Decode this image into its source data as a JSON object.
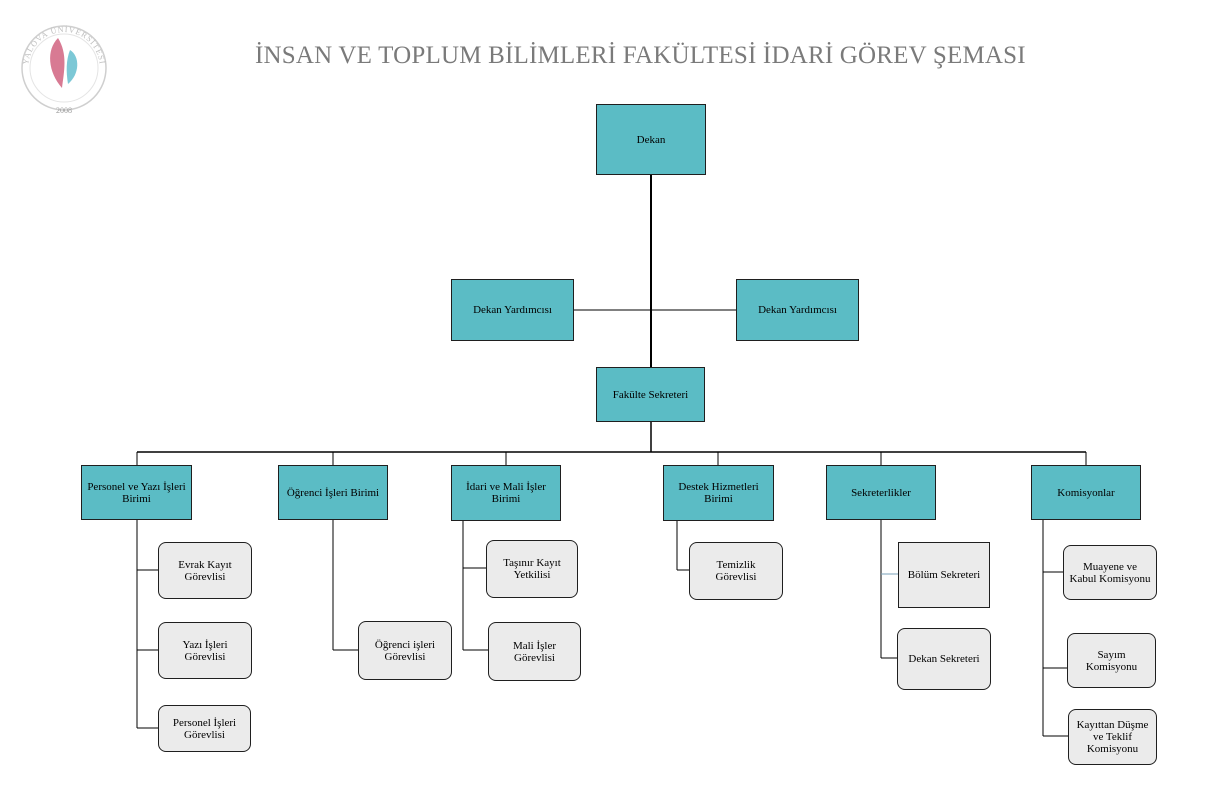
{
  "logo": {
    "arc_text": "YALOVA ÜNİVERSİTESİ",
    "year": "2008",
    "colors": {
      "petal_pink": "#d87a93",
      "petal_blue": "#7cc8d6",
      "ring": "#cfcfcf"
    }
  },
  "title": "İNSAN VE TOPLUM BİLİMLERİ FAKÜLTESİ İDARİ GÖREV ŞEMASI",
  "colors": {
    "node_fill": "#5bbcc5",
    "sub_fill": "#ebebeb",
    "line": "#000000",
    "title": "#7a7a7a"
  },
  "nodes": {
    "dekan": "Dekan",
    "dekan_yardimcisi_left": "Dekan Yardımcısı",
    "dekan_yardimcisi_right": "Dekan Yardımcısı",
    "fakulte_sekreteri": "Fakülte Sekreteri",
    "personel": "Personel ve Yazı İşleri\nBirimi",
    "ogrenci": "Öğrenci İşleri Birimi",
    "idari": "İdari ve Mali İşler\nBirimi",
    "destek": "Destek Hizmetleri\nBirimi",
    "sekreterlikler": "Sekreterlikler",
    "komisyonlar": "Komisyonlar",
    "evrak_kayit": "Evrak Kayıt\nGörevlisi",
    "yazi_isleri": "Yazı İşleri\nGörevlisi",
    "personel_isleri": "Personel İşleri\nGörevlisi",
    "ogrenci_isleri_gorevlisi": "Öğrenci işleri\nGörevlisi",
    "tasinir": "Taşınır Kayıt\nYetkilisi",
    "mali_isler": "Mali İşler\nGörevlisi",
    "temizlik": "Temizlik\nGörevlisi",
    "bolum_sekreteri": "Bölüm Sekreteri",
    "dekan_sekreteri": "Dekan Sekreteri",
    "muayene": "Muayene ve\nKabul Komisyonu",
    "sayim": "Sayım\nKomisyonu",
    "kayittan_dusme": "Kayıttan Düşme\nve Teklif\nKomisyonu"
  }
}
